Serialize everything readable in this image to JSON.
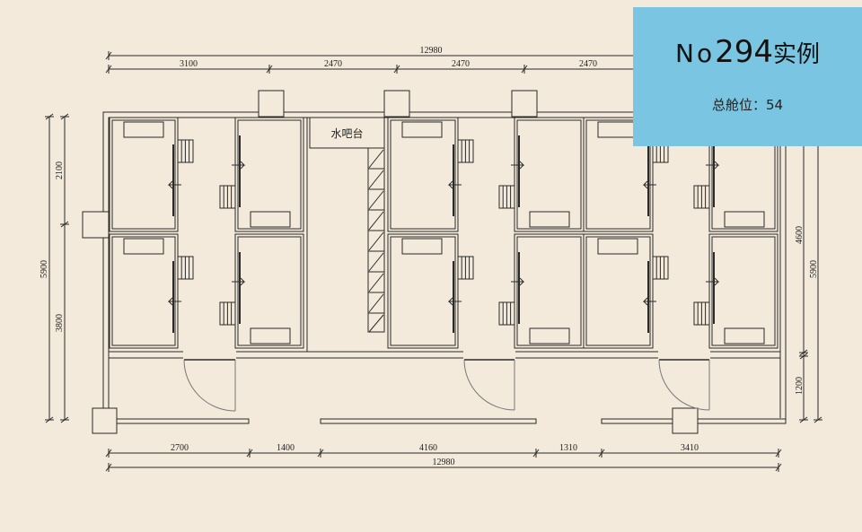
{
  "info_card": {
    "title_prefix": "No",
    "title_number": "294",
    "title_suffix": "实例",
    "capacity_label": "总舱位：54"
  },
  "plan": {
    "water_bar_label": "水吧台"
  },
  "dimensions": {
    "top_total": "12980",
    "top_segments": [
      "3100",
      "2470",
      "2470",
      "2470"
    ],
    "left_total": "5900",
    "left_segments": [
      "2100",
      "3800"
    ],
    "right_total": "5900",
    "right_segments": [
      "4600",
      "1200"
    ],
    "bottom_segments": [
      "2700",
      "1400",
      "4160",
      "1310",
      "3410"
    ],
    "bottom_total": "12980"
  },
  "colors": {
    "background": "#f3eadb",
    "card": "#7ac6e2",
    "line": "#2a2a2a"
  }
}
